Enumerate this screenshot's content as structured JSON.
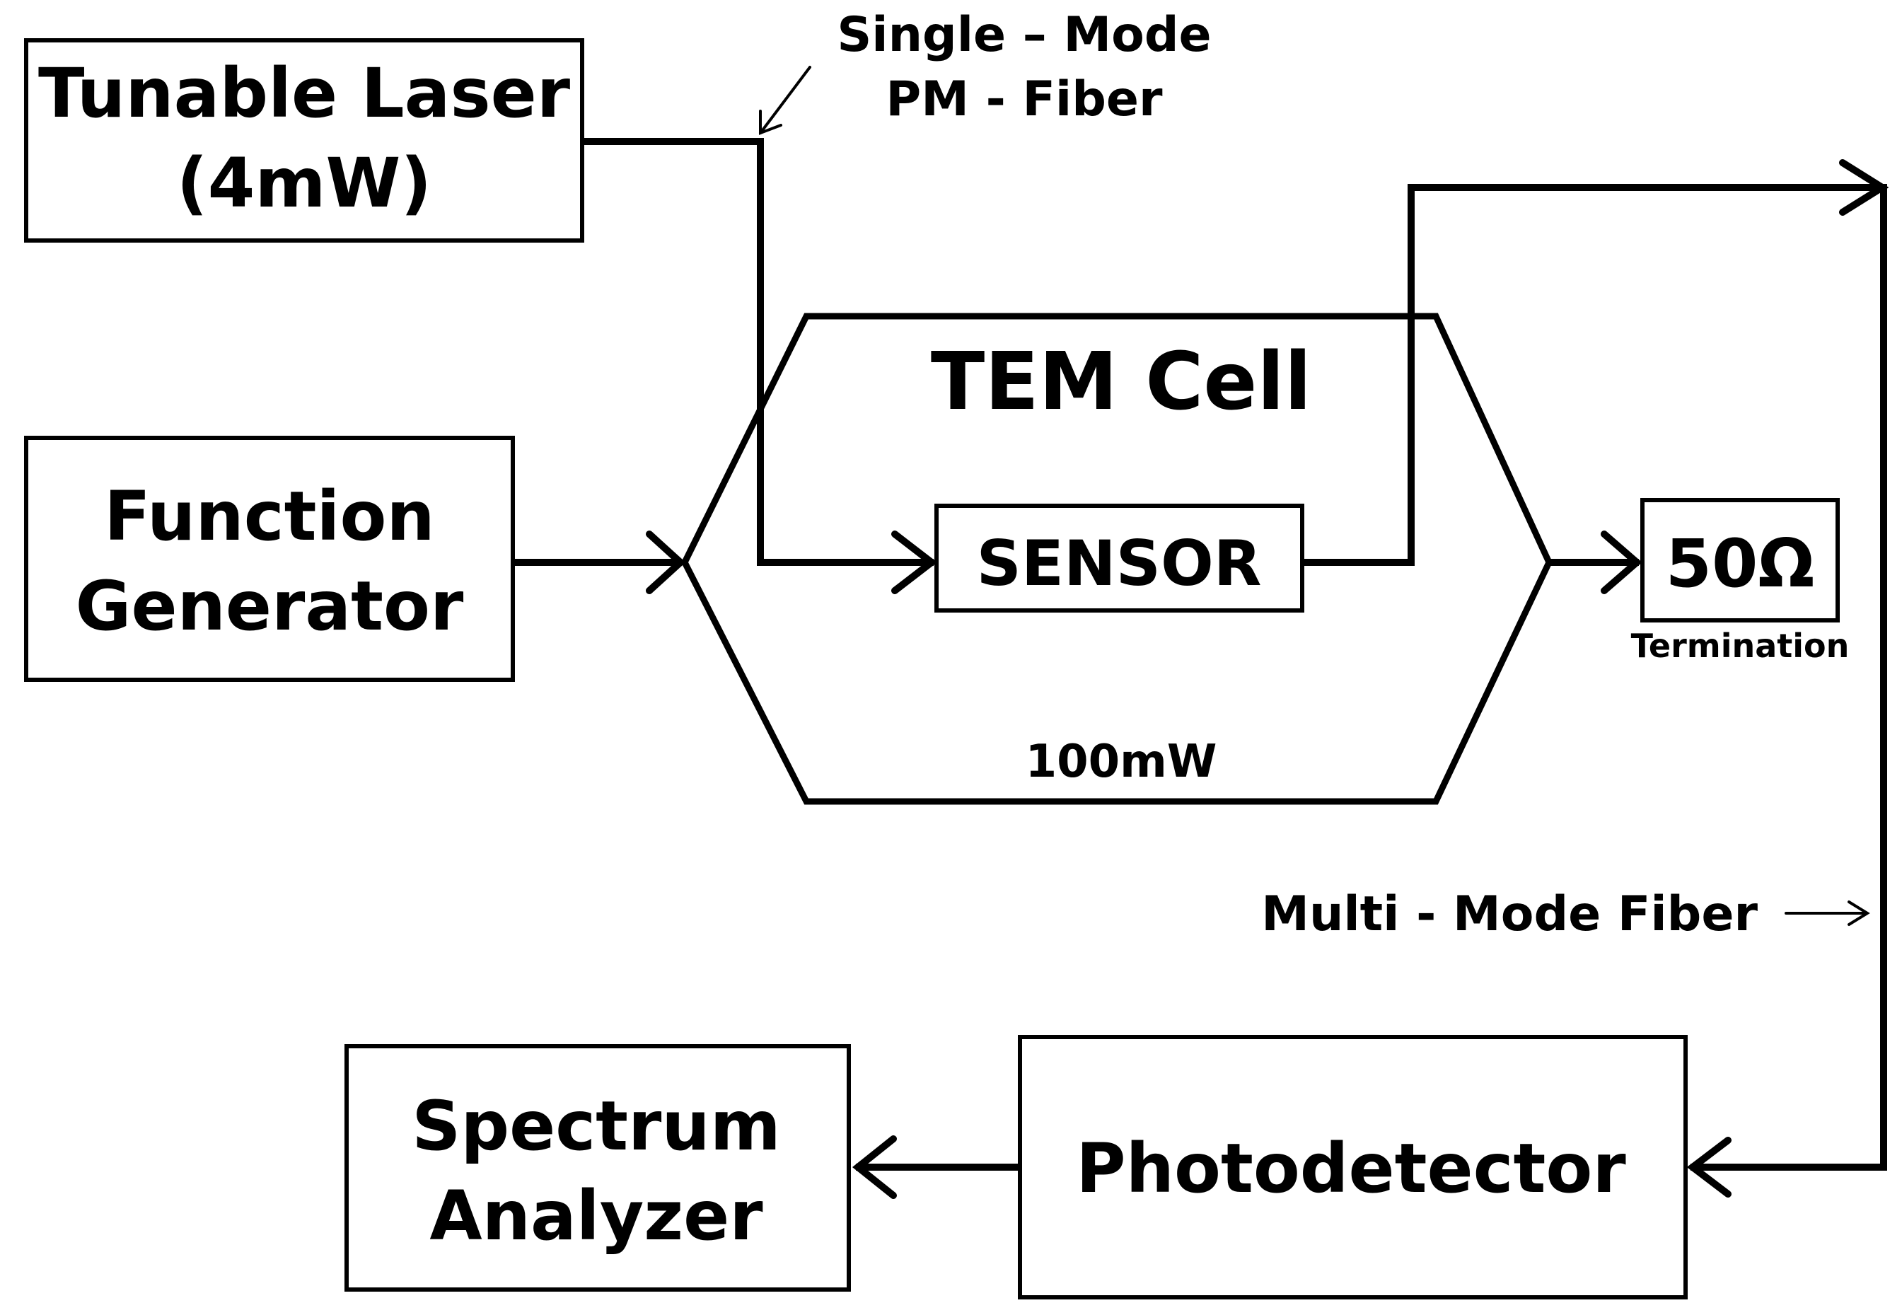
{
  "blocks": {
    "tunable_laser": {
      "line1": "Tunable Laser",
      "line2": "(4mW)"
    },
    "function_generator": {
      "line1": "Function",
      "line2": "Generator"
    },
    "tem_cell": {
      "title": "TEM Cell",
      "power": "100mW"
    },
    "sensor": {
      "label": "SENSOR"
    },
    "termination": {
      "value": "50Ω",
      "caption": "Termination"
    },
    "photodetector": {
      "label": "Photodetector"
    },
    "spectrum_analyzer": {
      "line1": "Spectrum",
      "line2": "Analyzer"
    }
  },
  "fibers": {
    "single_mode": {
      "line1": "Single – Mode",
      "line2": "PM - Fiber"
    },
    "multi_mode": {
      "label": "Multi - Mode Fiber"
    }
  },
  "colors": {
    "stroke": "#000000",
    "background": "#ffffff"
  }
}
